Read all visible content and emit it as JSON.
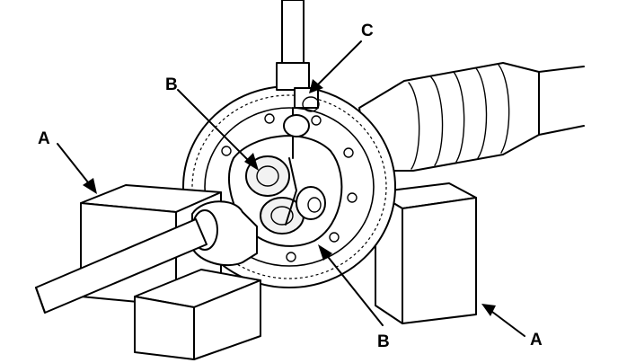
{
  "callouts": {
    "a_left": "A",
    "a_right": "A",
    "b_top": "B",
    "b_bottom": "B",
    "c": "C"
  },
  "colors": {
    "line": "#000000",
    "background": "#ffffff"
  }
}
